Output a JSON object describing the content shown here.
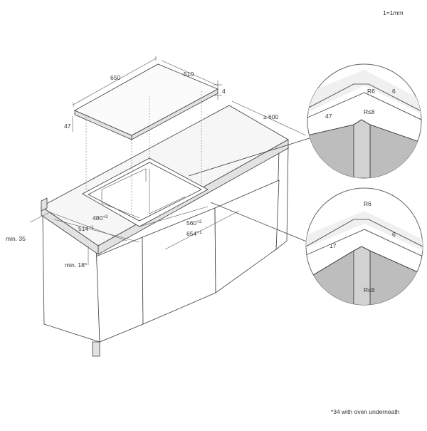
{
  "scale": "1=1mm",
  "footnote": "*34 with oven underneath",
  "dimensions": {
    "hob_width": "650",
    "hob_depth": "510",
    "hob_thickness": "4",
    "hob_height": "47",
    "worktop_depth": "≥ 600",
    "cutout_depth": "480",
    "cutout_depth_tol": "+2",
    "cutout_depth_outer": "514",
    "cutout_depth_outer_tol": "+1",
    "cutout_width": "560",
    "cutout_width_tol": "+2",
    "cutout_width_outer": "654",
    "cutout_width_outer_tol": "+1",
    "min_front": "min. 35",
    "min_thickness": "min. 18*"
  },
  "detail_top": {
    "r_outer": "R6",
    "thickness": "6",
    "depth": "47",
    "r_inner": "R≤8"
  },
  "detail_bottom": {
    "r_outer": "R6",
    "thickness": "6",
    "depth": "17",
    "r_inner": "R≤8"
  },
  "colors": {
    "line": "#3a3a3a",
    "fill_grey": "#e2e2e2",
    "detail_grey": "#bdbdbd"
  }
}
